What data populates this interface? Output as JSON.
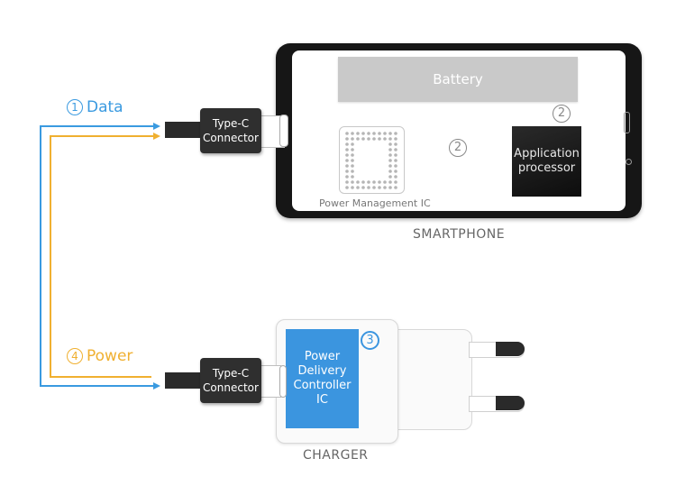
{
  "diagram": {
    "signals": {
      "data": {
        "number": "1",
        "label": "Data",
        "color": "#3a9ae0"
      },
      "pmic_ap": {
        "number": "2"
      },
      "battery_ap": {
        "number": "2"
      },
      "pd_controller": {
        "number": "3"
      },
      "power": {
        "number": "4",
        "label": "Power",
        "color": "#f0b030"
      }
    },
    "smartphone": {
      "caption": "SMARTPHONE",
      "connector_label_line1": "Type-C",
      "connector_label_line2": "Connector",
      "battery": "Battery",
      "pmic": "Power Management IC",
      "ap_line1": "Application",
      "ap_line2": "processor"
    },
    "charger": {
      "caption": "CHARGER",
      "connector_label_line1": "Type-C",
      "connector_label_line2": "Connector",
      "pd_line1": "Power",
      "pd_line2": "Delivery",
      "pd_line3": "Controller",
      "pd_line4": "IC"
    },
    "colors": {
      "data_line": "#3a9ae0",
      "power_line": "#f0b030",
      "gray_arrow": "#8a8a8a",
      "pd_ic": "#3b95df"
    }
  }
}
